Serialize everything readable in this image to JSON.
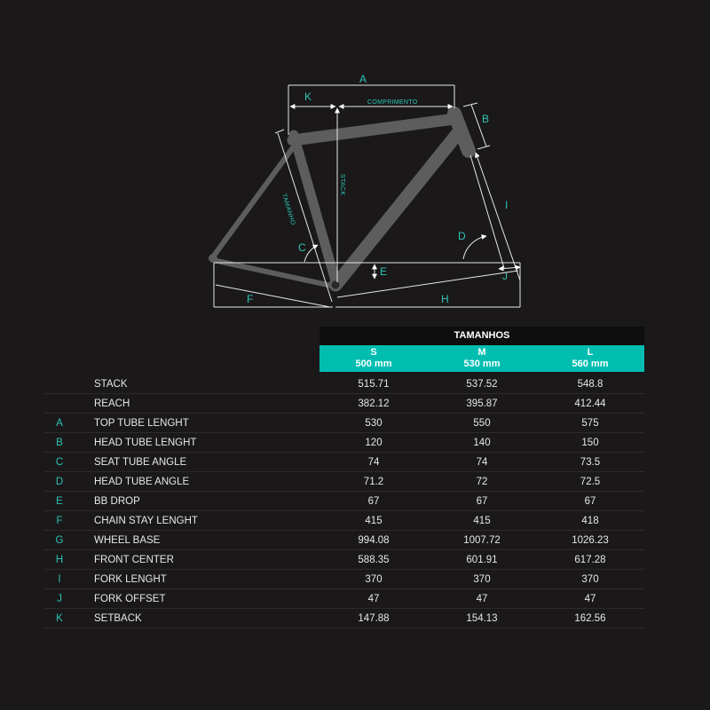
{
  "diagram": {
    "labels": {
      "A": "A",
      "B": "B",
      "C": "C",
      "D": "D",
      "E": "E",
      "F": "F",
      "H": "H",
      "I": "I",
      "J": "J",
      "K": "K",
      "comprimento": "COMPRIMENTO",
      "stack": "STACK",
      "tamanho": "TAMANHO"
    },
    "colors": {
      "accent": "#2ec4b6",
      "frame": "#5d5d5d",
      "background": "#1a1819"
    }
  },
  "table": {
    "title": "TAMANHOS",
    "sizes": [
      {
        "code": "S",
        "mm": "500 mm"
      },
      {
        "code": "M",
        "mm": "530 mm"
      },
      {
        "code": "L",
        "mm": "560 mm"
      }
    ],
    "rows": [
      {
        "letter": "",
        "name": "STACK",
        "values": [
          "515.71",
          "537.52",
          "548.8"
        ]
      },
      {
        "letter": "",
        "name": "REACH",
        "values": [
          "382.12",
          "395.87",
          "412.44"
        ]
      },
      {
        "letter": "A",
        "name": "TOP TUBE LENGHT",
        "values": [
          "530",
          "550",
          "575"
        ]
      },
      {
        "letter": "B",
        "name": "HEAD TUBE LENGHT",
        "values": [
          "120",
          "140",
          "150"
        ]
      },
      {
        "letter": "C",
        "name": "SEAT TUBE ANGLE",
        "values": [
          "74",
          "74",
          "73.5"
        ]
      },
      {
        "letter": "D",
        "name": "HEAD TUBE ANGLE",
        "values": [
          "71.2",
          "72",
          "72.5"
        ]
      },
      {
        "letter": "E",
        "name": "BB DROP",
        "values": [
          "67",
          "67",
          "67"
        ]
      },
      {
        "letter": "F",
        "name": "CHAIN STAY LENGHT",
        "values": [
          "415",
          "415",
          "418"
        ]
      },
      {
        "letter": "G",
        "name": "WHEEL BASE",
        "values": [
          "994.08",
          "1007.72",
          "1026.23"
        ]
      },
      {
        "letter": "H",
        "name": "FRONT CENTER",
        "values": [
          "588.35",
          "601.91",
          "617.28"
        ]
      },
      {
        "letter": "I",
        "name": "FORK LENGHT",
        "values": [
          "370",
          "370",
          "370"
        ]
      },
      {
        "letter": "J",
        "name": "FORK OFFSET",
        "values": [
          "47",
          "47",
          "47"
        ]
      },
      {
        "letter": "K",
        "name": "SETBACK",
        "values": [
          "147.88",
          "154.13",
          "162.56"
        ]
      }
    ]
  }
}
